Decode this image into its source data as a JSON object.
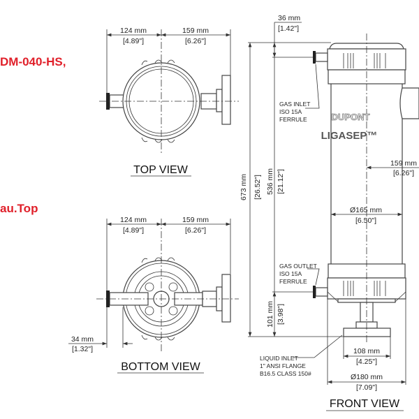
{
  "overlay": {
    "text_1": "DM-040-HS,",
    "text_2": "au.Top",
    "color": "#e0202a"
  },
  "top_view": {
    "title": "TOP VIEW",
    "dim_left": "124 mm",
    "dim_left_in": "[4.89\"]",
    "dim_right": "159 mm",
    "dim_right_in": "[6.26\"]"
  },
  "bottom_view": {
    "title": "BOTTOM VIEW",
    "dim_left": "124 mm",
    "dim_left_in": "[4.89\"]",
    "dim_right": "159 mm",
    "dim_right_in": "[6.26\"]",
    "dim_offset": "34 mm",
    "dim_offset_in": "[1.32\"]"
  },
  "front_view": {
    "title": "FRONT VIEW",
    "brand": "DUPONT",
    "product": "LIGASEP™",
    "dim_36": "36 mm",
    "dim_36_in": "[1.42\"]",
    "dim_673": "673 mm",
    "dim_673_in": "[26.52\"]",
    "dim_536": "536 mm",
    "dim_536_in": "[21.12\"]",
    "dim_101": "101 mm",
    "dim_101_in": "[3.98\"]",
    "dim_159": "159 mm",
    "dim_159_in": "[6.26\"]",
    "dim_165": "Ø165 mm",
    "dim_165_in": "[6.50\"]",
    "dim_108": "108 mm",
    "dim_108_in": "[4.25\"]",
    "dim_180": "Ø180 mm",
    "dim_180_in": "[7.09\"]",
    "gas_inlet": [
      "GAS INLET",
      "ISO 15A",
      "FERRULE"
    ],
    "gas_outlet": [
      "GAS OUTLET",
      "ISO 15A",
      "FERRULE"
    ],
    "liquid_inlet": [
      "LIQUID INLET",
      "1\" ANSI FLANGE",
      "B16.5 CLASS 150#"
    ]
  }
}
